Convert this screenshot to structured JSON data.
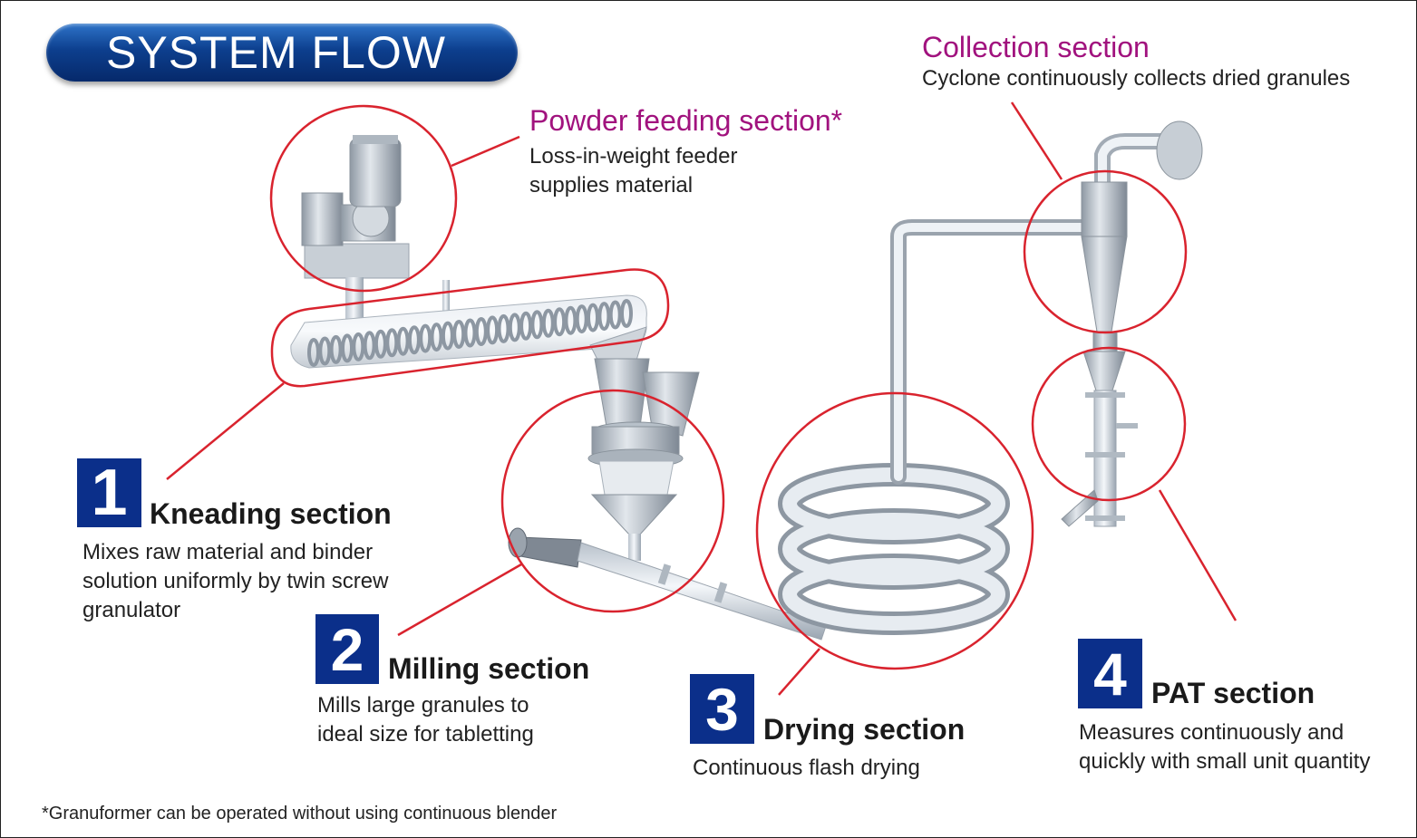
{
  "title": "SYSTEM FLOW",
  "sections": {
    "powder": {
      "heading": "Powder feeding section*",
      "desc": [
        "Loss-in-weight feeder",
        "supplies material"
      ]
    },
    "collection": {
      "heading": "Collection section",
      "desc": [
        "Cyclone continuously collects dried granules"
      ]
    },
    "kneading": {
      "number": "1",
      "heading": "Kneading section",
      "desc": [
        "Mixes raw material and binder",
        "solution uniformly by twin screw",
        "granulator"
      ]
    },
    "milling": {
      "number": "2",
      "heading": "Milling section",
      "desc": [
        "Mills large granules to",
        "ideal size for tabletting"
      ]
    },
    "drying": {
      "number": "3",
      "heading": "Drying section",
      "desc": [
        "Continuous flash drying"
      ]
    },
    "pat": {
      "number": "4",
      "heading": "PAT section",
      "desc": [
        "Measures continuously and",
        "quickly with small unit quantity"
      ]
    }
  },
  "footnote": "*Granuformer can be operated without using continuous blender",
  "colors": {
    "accent_blue": "#0b2f8a",
    "highlight_red": "#d9232e",
    "heading_magenta": "#a1127e"
  }
}
